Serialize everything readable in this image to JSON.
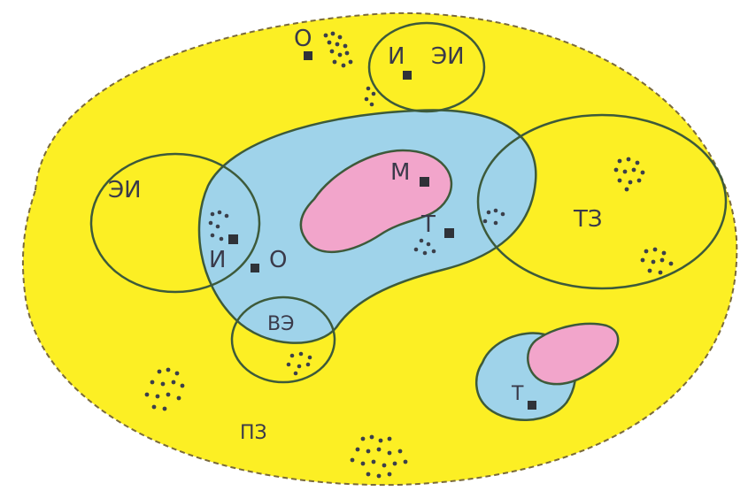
{
  "colors": {
    "outer_zone": "#fcef24",
    "outer_stroke": "#7a6a3a",
    "central_zone": "#9fd3ea",
    "core_zone": "#f2a5cb",
    "outline": "#3d5a3a"
  },
  "labels": {
    "o_top": "О",
    "i_top": "И",
    "ei_top": "ЭИ",
    "ei_left": "ЭИ",
    "m_core": "М",
    "t_center": "Т",
    "tz": "ТЗ",
    "i_left": "И",
    "o_center": "О",
    "ve": "ВЭ",
    "t_small": "Т",
    "pz": "ПЗ"
  }
}
